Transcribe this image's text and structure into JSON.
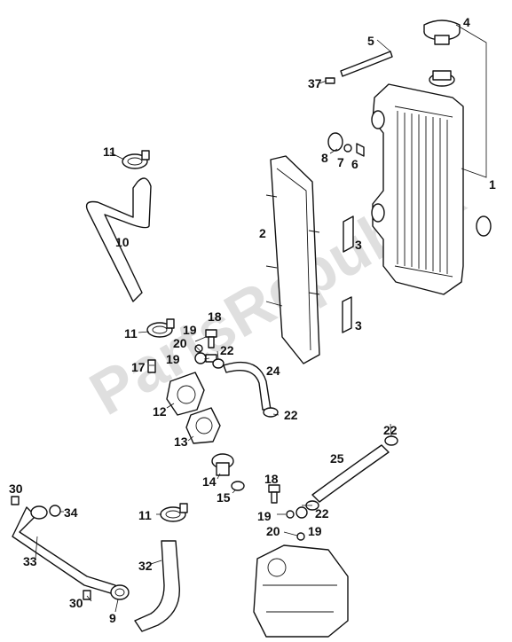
{
  "watermark": "PartsRepublik",
  "callouts": [
    {
      "id": "c1",
      "text": "1"
    },
    {
      "id": "c2",
      "text": "2"
    },
    {
      "id": "c3a",
      "text": "3"
    },
    {
      "id": "c3b",
      "text": "3"
    },
    {
      "id": "c4",
      "text": "4"
    },
    {
      "id": "c5",
      "text": "5"
    },
    {
      "id": "c6",
      "text": "6"
    },
    {
      "id": "c7",
      "text": "7"
    },
    {
      "id": "c8",
      "text": "8"
    },
    {
      "id": "c9",
      "text": "9"
    },
    {
      "id": "c10",
      "text": "10"
    },
    {
      "id": "c11a",
      "text": "11"
    },
    {
      "id": "c11b",
      "text": "11"
    },
    {
      "id": "c11c",
      "text": "11"
    },
    {
      "id": "c12",
      "text": "12"
    },
    {
      "id": "c13",
      "text": "13"
    },
    {
      "id": "c14",
      "text": "14"
    },
    {
      "id": "c15",
      "text": "15"
    },
    {
      "id": "c17",
      "text": "17"
    },
    {
      "id": "c18a",
      "text": "18"
    },
    {
      "id": "c18b",
      "text": "18"
    },
    {
      "id": "c19a",
      "text": "19"
    },
    {
      "id": "c19b",
      "text": "19"
    },
    {
      "id": "c19c",
      "text": "19"
    },
    {
      "id": "c19d",
      "text": "19"
    },
    {
      "id": "c20a",
      "text": "20"
    },
    {
      "id": "c20b",
      "text": "20"
    },
    {
      "id": "c22a",
      "text": "22"
    },
    {
      "id": "c22b",
      "text": "22"
    },
    {
      "id": "c22c",
      "text": "22"
    },
    {
      "id": "c22d",
      "text": "22"
    },
    {
      "id": "c24",
      "text": "24"
    },
    {
      "id": "c25",
      "text": "25"
    },
    {
      "id": "c30a",
      "text": "30"
    },
    {
      "id": "c30b",
      "text": "30"
    },
    {
      "id": "c32",
      "text": "32"
    },
    {
      "id": "c33",
      "text": "33"
    },
    {
      "id": "c34",
      "text": "34"
    },
    {
      "id": "c37",
      "text": "37"
    }
  ]
}
